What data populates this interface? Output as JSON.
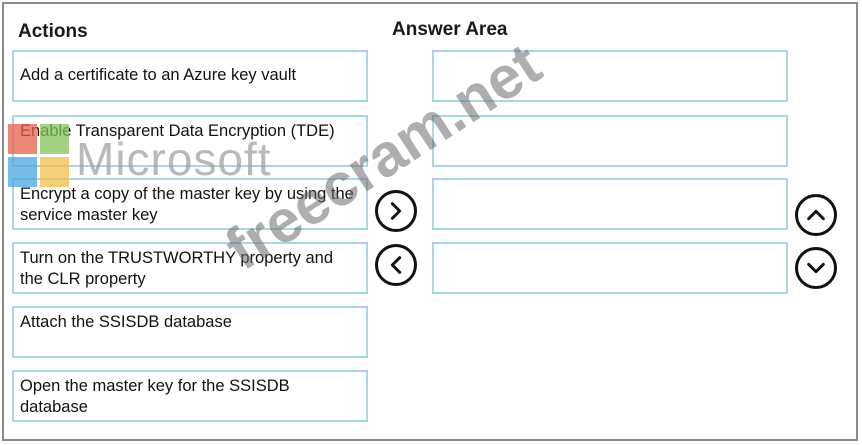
{
  "headings": {
    "actions": "Actions",
    "answer_area": "Answer Area"
  },
  "actions": [
    {
      "label": "Add a certificate to an Azure key vault"
    },
    {
      "label": "Enable Transparent Data Encryption (TDE)"
    },
    {
      "label": "Encrypt a copy of the master key by using the service master key"
    },
    {
      "label": "Turn on the TRUSTWORTHY property and the CLR property"
    },
    {
      "label": "Attach the SSISDB database"
    },
    {
      "label": "Open the master key for the SSISDB database"
    }
  ],
  "answer_slots": [
    {
      "label": ""
    },
    {
      "label": ""
    },
    {
      "label": ""
    },
    {
      "label": ""
    }
  ],
  "buttons": {
    "move_right": "chevron-right-icon",
    "move_left": "chevron-left-icon",
    "move_up": "chevron-up-icon",
    "move_down": "chevron-down-icon"
  },
  "watermark": {
    "brand": "Microsoft",
    "site": "freecram.net"
  },
  "colors": {
    "box_border": "#a9d6e2",
    "frame_border": "#8a8a8a"
  }
}
